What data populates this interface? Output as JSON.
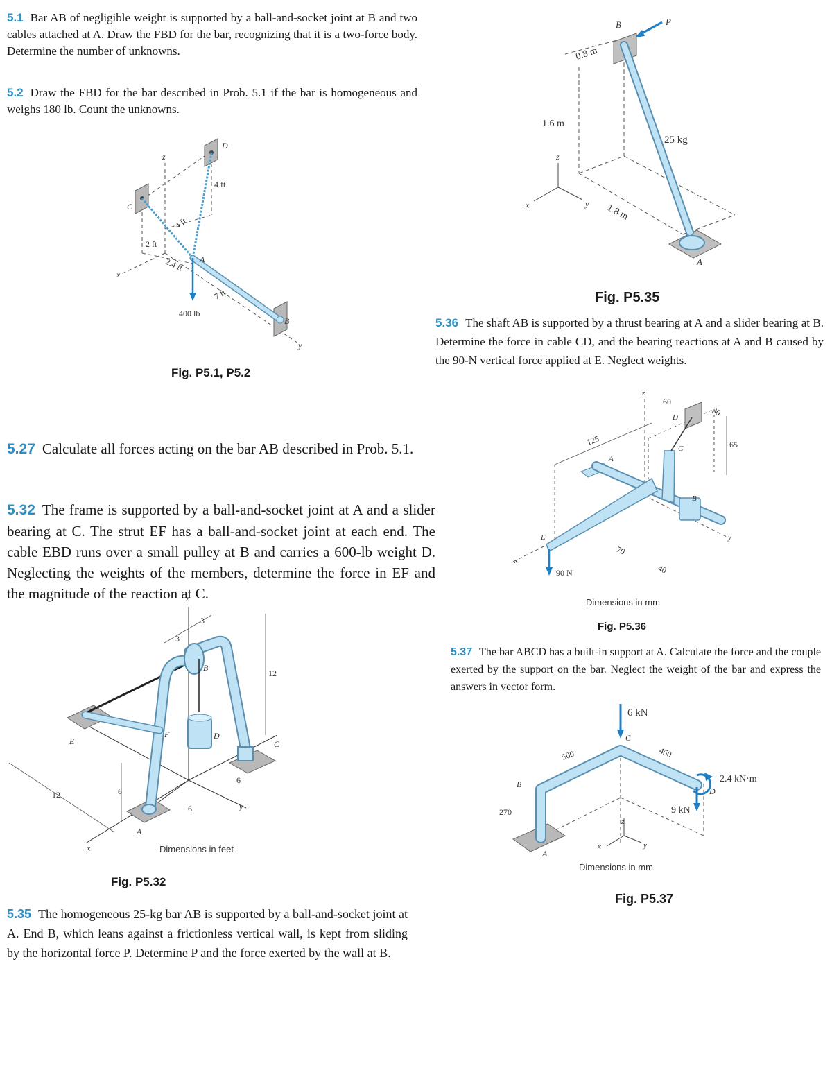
{
  "problems": {
    "p5_1": {
      "num": "5.1",
      "text": "Bar AB of negligible weight is supported by a ball-and-socket joint at B and two cables attached at A. Draw the FBD for the bar, recognizing that it is a two-force body. Determine the number of unknowns."
    },
    "p5_2": {
      "num": "5.2",
      "text": "Draw the FBD for the bar described in Prob. 5.1 if the bar is homogeneous and weighs 180 lb. Count the unknowns."
    },
    "p5_27": {
      "num": "5.27",
      "text": "Calculate all forces acting on the bar AB described in Prob. 5.1."
    },
    "p5_32": {
      "num": "5.32",
      "text": "The frame is supported by a ball-and-socket joint at A and a slider bearing at C. The strut EF has a ball-and-socket joint at each end. The cable EBD runs over a small pulley at B and carries a 600-lb weight D. Neglecting the weights of the members, determine the force in EF and the magnitude of the reaction at C."
    },
    "p5_35": {
      "num": "5.35",
      "text": "The homogeneous 25-kg bar AB is supported by a ball-and-socket joint at A. End B, which leans against a frictionless vertical wall, is kept from sliding by the horizontal force P. Determine P and the force exerted by the wall at B."
    },
    "p5_36": {
      "num": "5.36",
      "text": "The shaft AB is supported by a thrust bearing at A and a slider bearing at B. Determine the force in cable CD, and the bearing reactions at A and B caused by the 90-N vertical force applied at E. Neglect weights."
    },
    "p5_37": {
      "num": "5.37",
      "text": "The bar ABCD has a built-in support at A. Calculate the force and the couple exerted by the support on the bar. Neglect the weight of the bar and express the answers in vector form."
    }
  },
  "figures": {
    "f5_1": {
      "caption": "Fig. P5.1, P5.2",
      "labels": {
        "z": "z",
        "x": "x",
        "y": "y",
        "A": "A",
        "B": "B",
        "C": "C",
        "D": "D",
        "d4ft_top": "4 ft",
        "d4ft_mid": "4 ft",
        "d2ft": "2 ft",
        "d24ft": "2.4 ft",
        "d7ft": "7 ft",
        "load": "400 lb"
      }
    },
    "f5_32": {
      "caption": "Fig. P5.32",
      "labels": {
        "z": "z",
        "x": "x",
        "y": "y",
        "A": "A",
        "B": "B",
        "C": "C",
        "D": "D",
        "E": "E",
        "F": "F",
        "d3a": "3",
        "d3b": "3",
        "d12h": "12",
        "d12x": "12",
        "d6a": "6",
        "d6b": "6",
        "d6c": "6"
      },
      "note": "Dimensions in feet"
    },
    "f5_35": {
      "caption": "Fig. P5.35",
      "labels": {
        "A": "A",
        "B": "B",
        "P": "P",
        "x": "x",
        "y": "y",
        "z": "z",
        "d08": "0.8 m",
        "d16": "1.6 m",
        "d18": "1.8 m",
        "mass": "25 kg"
      }
    },
    "f5_36": {
      "caption": "Fig. P5.36",
      "labels": {
        "A": "A",
        "B": "B",
        "C": "C",
        "D": "D",
        "E": "E",
        "x": "x",
        "y": "y",
        "z": "z",
        "d60": "60",
        "d30": "30",
        "d65": "65",
        "d125": "125",
        "d70": "70",
        "d40": "40",
        "load": "90 N"
      },
      "note": "Dimensions in mm"
    },
    "f5_37": {
      "caption": "Fig. P5.37",
      "labels": {
        "A": "A",
        "B": "B",
        "C": "C",
        "D": "D",
        "x": "x",
        "y": "y",
        "z": "z",
        "d500": "500",
        "d450": "450",
        "d270": "270",
        "f6": "6 kN",
        "f9": "9 kN",
        "couple": "2.4 kN·m"
      },
      "note": "Dimensions in mm"
    }
  },
  "colors": {
    "accent": "#2c8fc3",
    "bar_fill": "#bfe3f5",
    "bar_edge": "#5a8fb0",
    "arrow": "#1f7fc4"
  }
}
